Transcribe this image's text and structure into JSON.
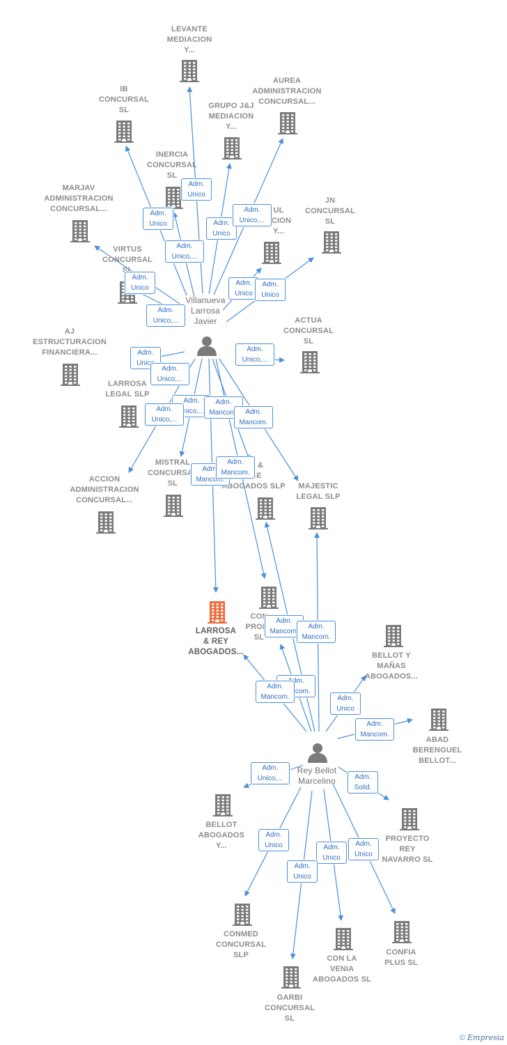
{
  "colors": {
    "edge": "#4a8fd8",
    "building": "#7a7a7a",
    "highlight": "#f06a3a",
    "person": "#7a7a7a"
  },
  "persons": [
    {
      "id": "villanueva",
      "lines": [
        "Villanueva",
        "Larrosa",
        "Javier"
      ]
    },
    {
      "id": "rey",
      "lines": [
        "Rey Bellot",
        "Marcelino"
      ]
    }
  ],
  "companies": [
    {
      "id": "levante",
      "lines": [
        "LEVANTE",
        "MEDIACION",
        "Y..."
      ]
    },
    {
      "id": "ib",
      "lines": [
        "IB",
        "CONCURSAL",
        "SL"
      ]
    },
    {
      "id": "aurea",
      "lines": [
        "AUREA",
        "ADMINISTRACION",
        "CONCURSAL..."
      ]
    },
    {
      "id": "grupojj",
      "lines": [
        "GRUPO J&J",
        "MEDIACION",
        "Y..."
      ]
    },
    {
      "id": "inercia",
      "lines": [
        "INERCIA",
        "CONCURSAL",
        "SL"
      ]
    },
    {
      "id": "marjav",
      "lines": [
        "MARJAV",
        "ADMINISTRACION",
        "CONCURSAL..."
      ]
    },
    {
      "id": "ul",
      "lines": [
        "UL",
        "ACION",
        "Y..."
      ]
    },
    {
      "id": "jn",
      "lines": [
        "JN",
        "CONCURSAL",
        "SL"
      ]
    },
    {
      "id": "virtus",
      "lines": [
        "VIRTUS",
        "CONCURSAL",
        "SL"
      ]
    },
    {
      "id": "aj",
      "lines": [
        "AJ",
        "ESTRUCTURACION",
        "FINANCIERA..."
      ]
    },
    {
      "id": "actua",
      "lines": [
        "ACTUA",
        "CONCURSAL",
        "SL"
      ]
    },
    {
      "id": "larrosalegal",
      "lines": [
        "LARROSA",
        "LEGAL SLP"
      ]
    },
    {
      "id": "accion",
      "lines": [
        "ACCION",
        "ADMINISTRACION",
        "CONCURSAL..."
      ]
    },
    {
      "id": "mistral",
      "lines": [
        "MISTRAL",
        "CONCURSAL",
        "SL"
      ]
    },
    {
      "id": "ngjose",
      "lines": [
        "NG &",
        "OSE",
        "ABOGADOS SLP"
      ]
    },
    {
      "id": "majestic",
      "lines": [
        "MAJESTIC",
        "LEGAL SLP"
      ]
    },
    {
      "id": "larrosarey",
      "lines": [
        "LARROSA",
        "& REY",
        "ABOGADOS..."
      ],
      "main": true
    },
    {
      "id": "conprof",
      "lines": [
        "CON",
        "PROFE",
        "SL"
      ]
    },
    {
      "id": "bellotmanas",
      "lines": [
        "BELLOT Y",
        "MAÑAS",
        "ABOGADOS..."
      ]
    },
    {
      "id": "abad",
      "lines": [
        "ABAD",
        "BERENGUEL",
        "BELLOT..."
      ]
    },
    {
      "id": "bellotabog",
      "lines": [
        "BELLOT",
        "ABOGADOS",
        "Y..."
      ]
    },
    {
      "id": "proyecto",
      "lines": [
        "PROYECTO",
        "REY",
        "NAVARRO SL"
      ]
    },
    {
      "id": "conmed",
      "lines": [
        "CONMED",
        "CONCURSAL",
        "SLP"
      ]
    },
    {
      "id": "conlavenia",
      "lines": [
        "CON LA",
        "VENIA",
        "ABOGADOS SL"
      ]
    },
    {
      "id": "confia",
      "lines": [
        "CONFIA",
        "PLUS SL"
      ]
    },
    {
      "id": "garbi",
      "lines": [
        "GARBI",
        "CONCURSAL",
        "SL"
      ]
    }
  ],
  "relations": [
    {
      "id": "r_levante",
      "lines": [
        "Adm.",
        "Unico"
      ]
    },
    {
      "id": "r_ib",
      "lines": [
        "Adm.",
        "Unico"
      ]
    },
    {
      "id": "r_grupojj",
      "lines": [
        "Adm.",
        "Unico"
      ]
    },
    {
      "id": "r_aurea",
      "lines": [
        "Adm.",
        "Unico,..."
      ]
    },
    {
      "id": "r_inercia",
      "lines": [
        "Adm.",
        "Unico,..."
      ]
    },
    {
      "id": "r_virtus",
      "lines": [
        "Adm.",
        "Unico"
      ]
    },
    {
      "id": "r_marjav",
      "lines": [
        "Adm.",
        "Unico,..."
      ]
    },
    {
      "id": "r_ul",
      "lines": [
        "Adm.",
        "Unico"
      ]
    },
    {
      "id": "r_jn",
      "lines": [
        "Adm.",
        "Unico"
      ]
    },
    {
      "id": "r_actua",
      "lines": [
        "Adm.",
        "Unico,..."
      ]
    },
    {
      "id": "r_aj",
      "lines": [
        "Adm.",
        "Unico"
      ]
    },
    {
      "id": "r_larrosalegal",
      "lines": [
        "Adm.",
        "Unico,..."
      ]
    },
    {
      "id": "r_mistral",
      "lines": [
        "Adm.",
        "Unico,..."
      ]
    },
    {
      "id": "r_accion",
      "lines": [
        "Adm.",
        "Unico,..."
      ]
    },
    {
      "id": "r_ngjose1",
      "lines": [
        "Adm.",
        "Mancom."
      ]
    },
    {
      "id": "r_majestic",
      "lines": [
        "Adm.",
        "Mancom."
      ]
    },
    {
      "id": "r_larrosarey1",
      "lines": [
        "Adm.",
        "Mancom."
      ]
    },
    {
      "id": "r_conprof1",
      "lines": [
        "Adm.",
        "Mancom."
      ]
    },
    {
      "id": "r_conprof2",
      "lines": [
        "Adm.",
        "Mancom."
      ]
    },
    {
      "id": "r_majestic2",
      "lines": [
        "Adm.",
        "Mancom."
      ]
    },
    {
      "id": "r_ngjose2",
      "lines": [
        "Adm.",
        "Mancom."
      ]
    },
    {
      "id": "r_larrosarey2",
      "lines": [
        "Adm.",
        "Mancom."
      ]
    },
    {
      "id": "r_bellotmanas",
      "lines": [
        "Adm.",
        "Unico"
      ]
    },
    {
      "id": "r_abad",
      "lines": [
        "Adm.",
        "Mancom."
      ]
    },
    {
      "id": "r_bellotabog",
      "lines": [
        "Adm.",
        "Unico,..."
      ]
    },
    {
      "id": "r_proyecto",
      "lines": [
        "Adm.",
        "Solid."
      ]
    },
    {
      "id": "r_conmed",
      "lines": [
        "Adm.",
        "Unico"
      ]
    },
    {
      "id": "r_conlavenia",
      "lines": [
        "Adm.",
        "Unico"
      ]
    },
    {
      "id": "r_confia",
      "lines": [
        "Adm.",
        "Unico"
      ]
    },
    {
      "id": "r_garbi",
      "lines": [
        "Adm.",
        "Unico"
      ]
    }
  ],
  "footer": {
    "copyright": "©",
    "brand": "Empresia"
  }
}
